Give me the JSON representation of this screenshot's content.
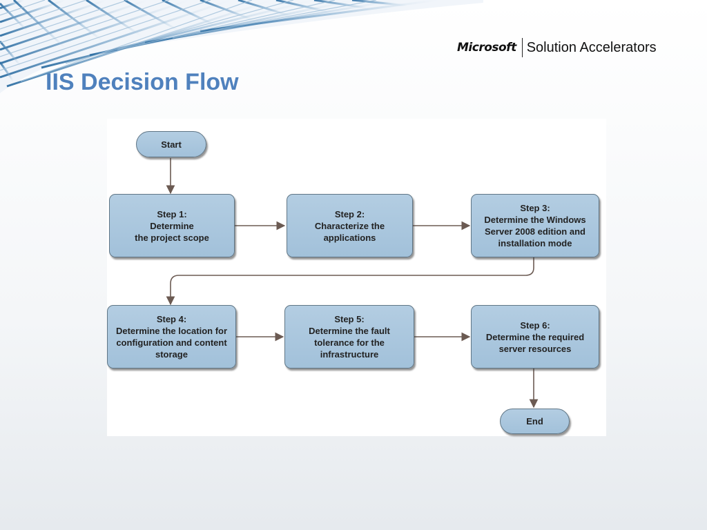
{
  "branding": {
    "company": "Microsoft",
    "product": "Solution Accelerators"
  },
  "slide": {
    "title": "IIS Decision Flow"
  },
  "flow": {
    "start": "Start",
    "step1": "Step 1:\nDetermine\nthe project scope",
    "step2": "Step 2:\nCharacterize the\napplications",
    "step3": "Step 3:\nDetermine the Windows\nServer 2008 edition and\ninstallation mode",
    "step4": "Step 4:\nDetermine the location for\nconfiguration and content\nstorage",
    "step5": "Step 5:\nDetermine the fault\ntolerance for the\ninfrastructure",
    "step6": "Step 6:\nDetermine the required\nserver resources",
    "end": "End"
  },
  "colors": {
    "title": "#4f81bd",
    "node_fill": "#a9c6dd",
    "node_border": "#5f7585",
    "connector": "#6b5a52"
  }
}
